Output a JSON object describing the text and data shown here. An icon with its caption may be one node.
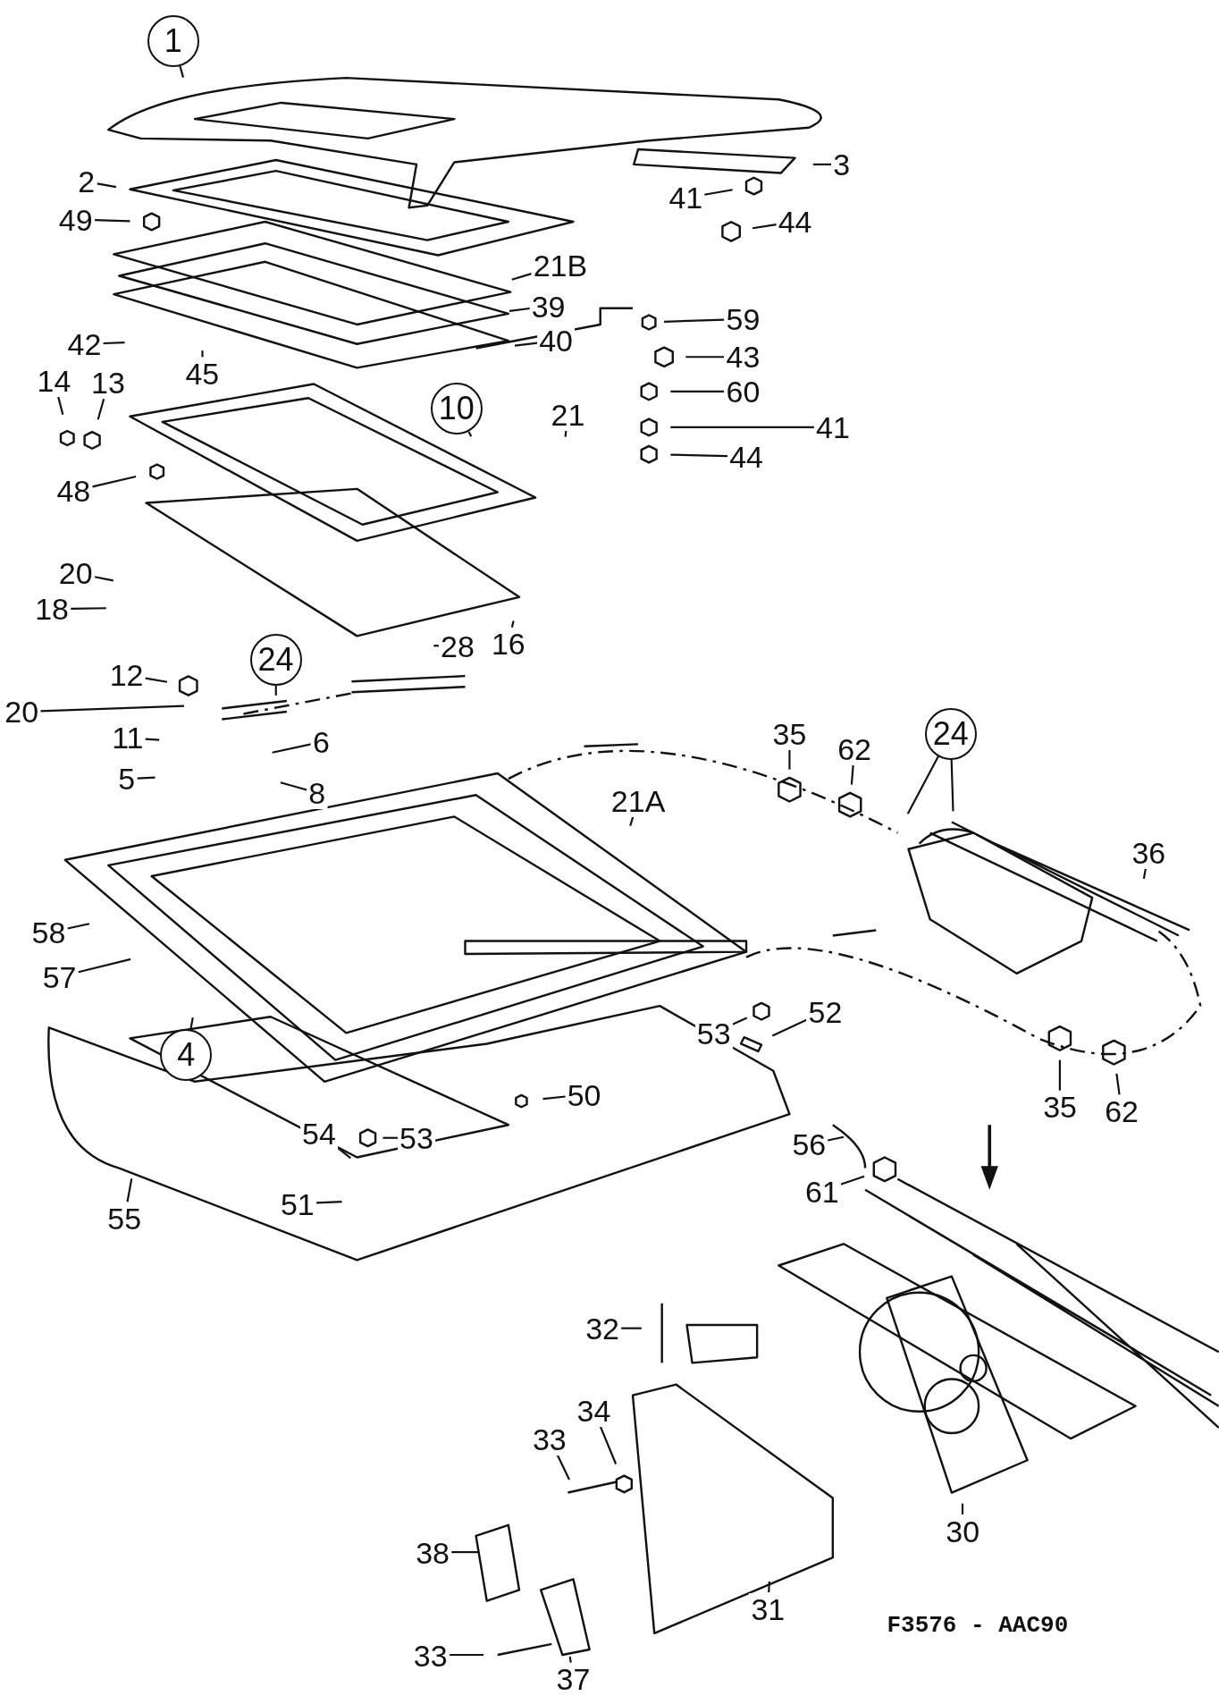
{
  "diagram": {
    "nodes": [
      {
        "text": [
          "1"
        ]
      },
      {
        "text": [
          "2"
        ]
      },
      {
        "text": [
          "3"
        ]
      },
      {
        "text": [
          "41"
        ]
      },
      {
        "text": [
          "44"
        ]
      },
      {
        "text": [
          "49"
        ]
      },
      {
        "text": [
          "21B"
        ]
      },
      {
        "text": [
          "39"
        ]
      },
      {
        "text": [
          "40"
        ]
      },
      {
        "text": [
          "42"
        ]
      },
      {
        "text": [
          "45"
        ]
      },
      {
        "text": [
          "59"
        ]
      },
      {
        "text": [
          "43"
        ]
      },
      {
        "text": [
          "60"
        ]
      },
      {
        "text": [
          "41"
        ]
      },
      {
        "text": [
          "44"
        ]
      },
      {
        "text": [
          "14"
        ]
      },
      {
        "text": [
          "13"
        ]
      },
      {
        "text": [
          "10"
        ]
      },
      {
        "text": [
          "21"
        ]
      },
      {
        "text": [
          "48"
        ]
      },
      {
        "text": [
          "20"
        ]
      },
      {
        "text": [
          "18"
        ]
      },
      {
        "text": [
          "16"
        ]
      },
      {
        "text": [
          "12"
        ]
      },
      {
        "text": [
          "24"
        ]
      },
      {
        "text": [
          "28"
        ]
      },
      {
        "text": [
          "20"
        ]
      },
      {
        "text": [
          "11"
        ]
      },
      {
        "text": [
          "6"
        ]
      },
      {
        "text": [
          "5"
        ]
      },
      {
        "text": [
          "8"
        ]
      },
      {
        "text": [
          "35"
        ]
      },
      {
        "text": [
          "62"
        ]
      },
      {
        "text": [
          "24"
        ]
      },
      {
        "text": [
          "21A"
        ]
      },
      {
        "text": [
          "36"
        ]
      },
      {
        "text": [
          "58"
        ]
      },
      {
        "text": [
          "57"
        ]
      },
      {
        "text": [
          "4"
        ]
      },
      {
        "text": [
          "53"
        ]
      },
      {
        "text": [
          "52"
        ]
      },
      {
        "text": [
          "50"
        ]
      },
      {
        "text": [
          "35"
        ]
      },
      {
        "text": [
          "62"
        ]
      },
      {
        "text": [
          "54"
        ]
      },
      {
        "text": [
          "53"
        ]
      },
      {
        "text": [
          "55"
        ]
      },
      {
        "text": [
          "51"
        ]
      },
      {
        "text": [
          "56"
        ]
      },
      {
        "text": [
          "61"
        ]
      },
      {
        "text": [
          "32"
        ]
      },
      {
        "text": [
          "33"
        ]
      },
      {
        "text": [
          "34"
        ]
      },
      {
        "text": [
          "30"
        ]
      },
      {
        "text": [
          "38"
        ]
      },
      {
        "text": [
          "31"
        ]
      },
      {
        "text": [
          "33"
        ]
      },
      {
        "text": [
          "37"
        ]
      }
    ],
    "edges": [
      {
        "from": 0,
        "to": null,
        "arrow": "none"
      },
      {
        "from": 1,
        "to": null,
        "arrow": "none"
      },
      {
        "from": 2,
        "to": null,
        "arrow": "none"
      },
      {
        "from": 3,
        "to": null,
        "arrow": "none"
      },
      {
        "from": 4,
        "to": null,
        "arrow": "none"
      },
      {
        "from": 5,
        "to": null,
        "arrow": "none"
      },
      {
        "from": 6,
        "to": null,
        "arrow": "none"
      },
      {
        "from": 7,
        "to": null,
        "arrow": "none"
      },
      {
        "from": 8,
        "to": null,
        "arrow": "none"
      },
      {
        "from": 9,
        "to": null,
        "arrow": "none"
      },
      {
        "from": 10,
        "to": null,
        "arrow": "none"
      },
      {
        "from": 11,
        "to": null,
        "arrow": "none"
      },
      {
        "from": 12,
        "to": null,
        "arrow": "none"
      },
      {
        "from": 13,
        "to": null,
        "arrow": "none"
      },
      {
        "from": 14,
        "to": null,
        "arrow": "none"
      },
      {
        "from": 15,
        "to": null,
        "arrow": "none"
      },
      {
        "from": 16,
        "to": null,
        "arrow": "none"
      },
      {
        "from": 17,
        "to": null,
        "arrow": "none"
      },
      {
        "from": 18,
        "to": null,
        "arrow": "none"
      },
      {
        "from": 19,
        "to": null,
        "arrow": "none"
      },
      {
        "from": 20,
        "to": null,
        "arrow": "none"
      },
      {
        "from": 21,
        "to": null,
        "arrow": "none"
      },
      {
        "from": 22,
        "to": null,
        "arrow": "none"
      },
      {
        "from": 23,
        "to": null,
        "arrow": "none"
      },
      {
        "from": 24,
        "to": null,
        "arrow": "none"
      },
      {
        "from": 25,
        "to": null,
        "arrow": "none"
      },
      {
        "from": 26,
        "to": null,
        "arrow": "none"
      },
      {
        "from": 27,
        "to": null,
        "arrow": "none"
      },
      {
        "from": 28,
        "to": null,
        "arrow": "none"
      },
      {
        "from": 29,
        "to": null,
        "arrow": "none"
      },
      {
        "from": 30,
        "to": null,
        "arrow": "none"
      },
      {
        "from": 31,
        "to": null,
        "arrow": "none"
      },
      {
        "from": 32,
        "to": null,
        "arrow": "none"
      },
      {
        "from": 33,
        "to": null,
        "arrow": "none"
      },
      {
        "from": 34,
        "to": null,
        "arrow": "none"
      },
      {
        "from": 34,
        "to": null,
        "arrow": "none"
      },
      {
        "from": 35,
        "to": null,
        "arrow": "none"
      },
      {
        "from": 36,
        "to": null,
        "arrow": "none"
      },
      {
        "from": 37,
        "to": null,
        "arrow": "none"
      },
      {
        "from": 38,
        "to": null,
        "arrow": "none"
      },
      {
        "from": 39,
        "to": null,
        "arrow": "none"
      },
      {
        "from": 40,
        "to": null,
        "arrow": "none"
      },
      {
        "from": 41,
        "to": null,
        "arrow": "none"
      },
      {
        "from": 42,
        "to": null,
        "arrow": "none"
      },
      {
        "from": 43,
        "to": null,
        "arrow": "none"
      },
      {
        "from": 44,
        "to": null,
        "arrow": "none"
      },
      {
        "from": 45,
        "to": null,
        "arrow": "none"
      },
      {
        "from": 46,
        "to": null,
        "arrow": "none"
      },
      {
        "from": 47,
        "to": null,
        "arrow": "none"
      },
      {
        "from": 48,
        "to": null,
        "arrow": "none"
      },
      {
        "from": 49,
        "to": null,
        "arrow": "none"
      },
      {
        "from": 50,
        "to": null,
        "arrow": "none"
      },
      {
        "from": 51,
        "to": null,
        "arrow": "none"
      },
      {
        "from": 52,
        "to": null,
        "arrow": "none"
      },
      {
        "from": 53,
        "to": null,
        "arrow": "none"
      },
      {
        "from": 54,
        "to": null,
        "arrow": "none"
      },
      {
        "from": 55,
        "to": null,
        "arrow": "none"
      },
      {
        "from": 56,
        "to": null,
        "arrow": "none"
      },
      {
        "from": 57,
        "to": null,
        "arrow": "none"
      },
      {
        "from": 58,
        "to": null,
        "arrow": "none"
      }
    ],
    "labels": [
      "F3576 - AAC90"
    ]
  }
}
